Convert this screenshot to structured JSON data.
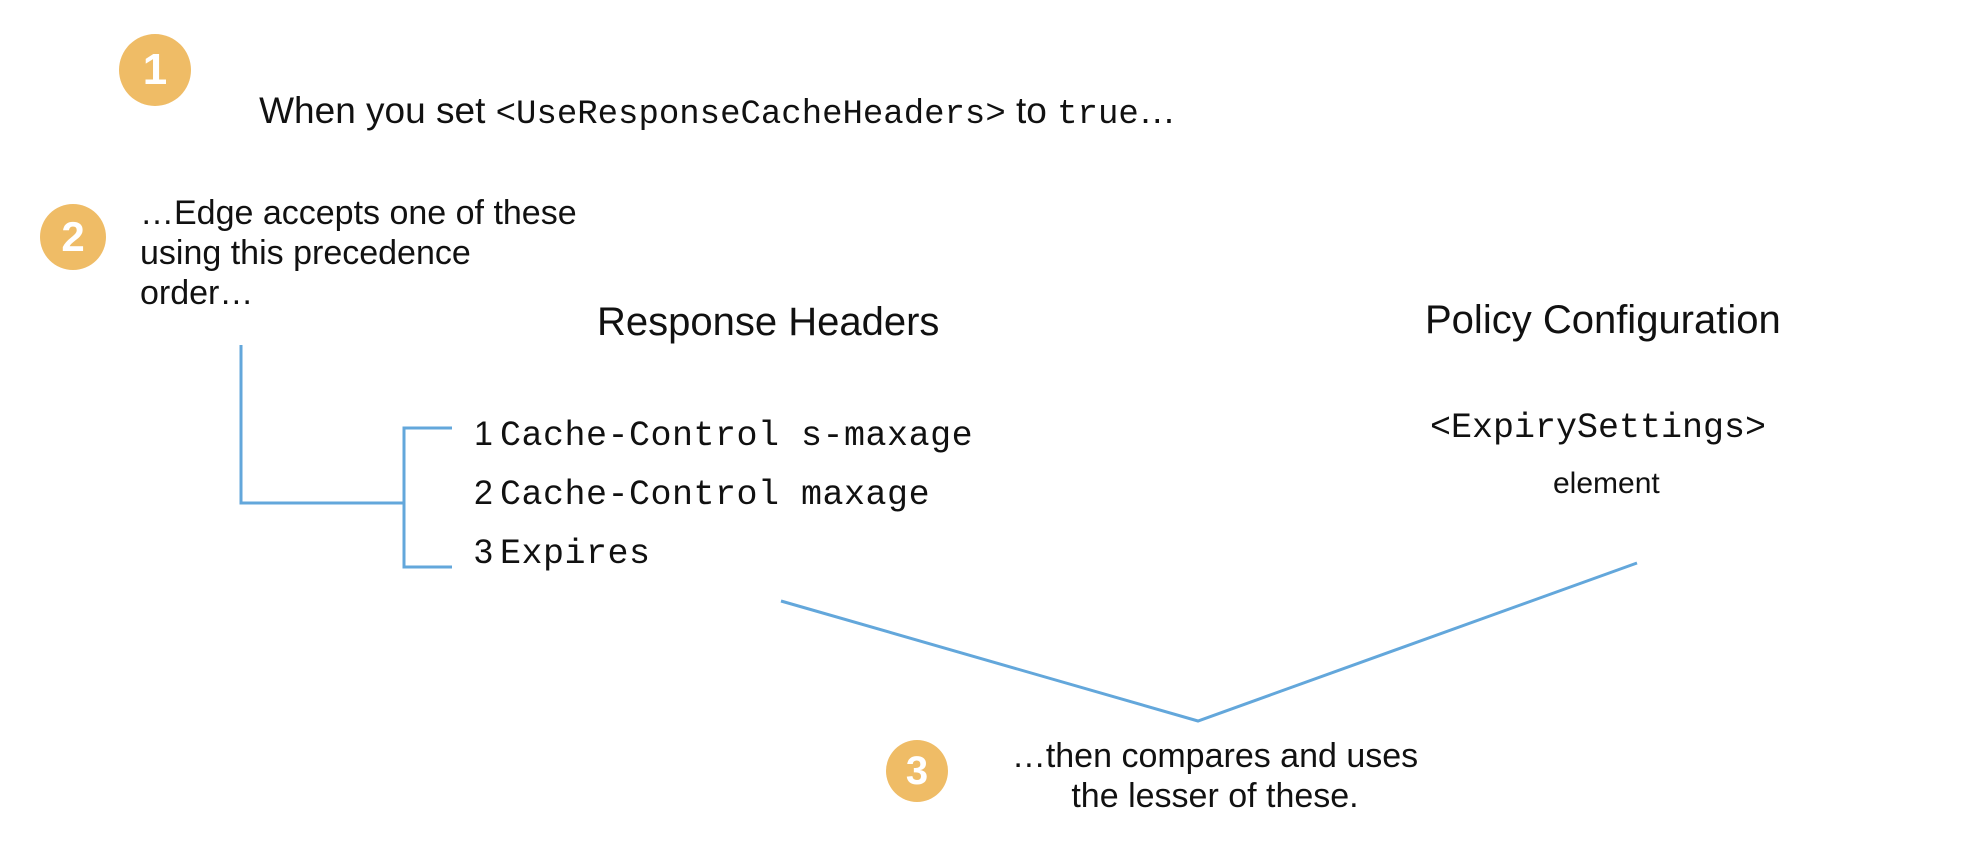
{
  "diagram": {
    "title_flow": "Edge response cache header precedence",
    "background_color": "#FFFFFF",
    "badge_color": "#EFBC66",
    "badge_text_color": "#FFFFFF",
    "connector_color": "#63A7DB"
  },
  "steps": [
    {
      "number": "1",
      "text_before": "When you set ",
      "text_code": "<UseResponseCacheHeaders>",
      "text_middle": " to ",
      "text_code2": "true",
      "text_after": "…"
    },
    {
      "number": "2",
      "text": "…Edge accepts one of these\nusing this precedence\norder…"
    },
    {
      "number": "3",
      "text": "…then compares and uses\nthe lesser of these."
    }
  ],
  "columns": {
    "response_headers": {
      "heading": "Response Headers",
      "items": [
        {
          "rank": "1",
          "value": "Cache-Control s-maxage"
        },
        {
          "rank": "2",
          "value": "Cache-Control maxage"
        },
        {
          "rank": "3",
          "value": "Expires"
        }
      ]
    },
    "policy_configuration": {
      "heading": "Policy Configuration",
      "code": "<ExpirySettings>",
      "sublabel": "element"
    }
  }
}
